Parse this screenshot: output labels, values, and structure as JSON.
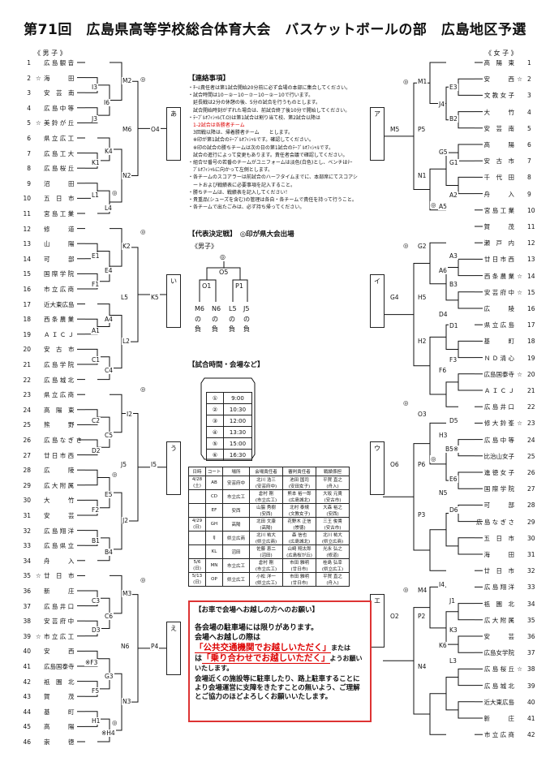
{
  "title": "第71回　広島県高等学校総合体育大会　バスケットボールの部　広島地区予選",
  "boys_header": "《 男 子 》",
  "girls_header": "《 女 子 》",
  "boys": [
    {
      "no": "1",
      "mark": "",
      "name": "広 島 観 音"
    },
    {
      "no": "2",
      "mark": "☆",
      "name": "海　　　田"
    },
    {
      "no": "3",
      "mark": "",
      "name": "安　芸　南"
    },
    {
      "no": "4",
      "mark": "",
      "name": "広 島 中 等"
    },
    {
      "no": "5",
      "mark": "☆",
      "name": "美 鈴 が 丘"
    },
    {
      "no": "6",
      "mark": "",
      "name": "県 立 広 工"
    },
    {
      "no": "7",
      "mark": "",
      "name": "広 島 工 大"
    },
    {
      "no": "8",
      "mark": "",
      "name": "広 島 桜 丘"
    },
    {
      "no": "9",
      "mark": "",
      "name": "沼　　　田"
    },
    {
      "no": "10",
      "mark": "",
      "name": "五　日　市"
    },
    {
      "no": "11",
      "mark": "",
      "name": "宮 島 工 業"
    },
    {
      "no": "12",
      "mark": "",
      "name": "修　　　道"
    },
    {
      "no": "13",
      "mark": "",
      "name": "山　　　陽"
    },
    {
      "no": "14",
      "mark": "",
      "name": "可　　　部"
    },
    {
      "no": "15",
      "mark": "",
      "name": "国 際 学 院"
    },
    {
      "no": "16",
      "mark": "",
      "name": "市 立 広 商"
    },
    {
      "no": "17",
      "mark": "",
      "name": "近大東広島"
    },
    {
      "no": "18",
      "mark": "",
      "name": "西 条 農 業"
    },
    {
      "no": "19",
      "mark": "",
      "name": "Ａ Ｉ Ｃ Ｊ"
    },
    {
      "no": "20",
      "mark": "",
      "name": "安　古　市"
    },
    {
      "no": "21",
      "mark": "",
      "name": "広 島 学 院"
    },
    {
      "no": "22",
      "mark": "",
      "name": "広 島 城 北"
    },
    {
      "no": "23",
      "mark": "",
      "name": "県 立 広 商"
    },
    {
      "no": "24",
      "mark": "",
      "name": "高　陽　東"
    },
    {
      "no": "25",
      "mark": "",
      "name": "熊　　　野"
    },
    {
      "no": "26",
      "mark": "",
      "name": "広 島 な ぎ さ"
    },
    {
      "no": "27",
      "mark": "",
      "name": "廿 日 市 西"
    },
    {
      "no": "28",
      "mark": "",
      "name": "広　　　陵"
    },
    {
      "no": "29",
      "mark": "",
      "name": "広 大 附 属"
    },
    {
      "no": "30",
      "mark": "",
      "name": "大　　　竹"
    },
    {
      "no": "31",
      "mark": "",
      "name": "安　　　芸"
    },
    {
      "no": "32",
      "mark": "",
      "name": "広 島 翔 洋"
    },
    {
      "no": "33",
      "mark": "",
      "name": "広 島 県 立"
    },
    {
      "no": "34",
      "mark": "",
      "name": "舟　　　入"
    },
    {
      "no": "35",
      "mark": "☆",
      "name": "廿　日　市"
    },
    {
      "no": "36",
      "mark": "",
      "name": "新　　　庄"
    },
    {
      "no": "37",
      "mark": "",
      "name": "広 島 井 口"
    },
    {
      "no": "38",
      "mark": "",
      "name": "安 芸 府 中"
    },
    {
      "no": "39",
      "mark": "☆",
      "name": "市 立 広 工"
    },
    {
      "no": "40",
      "mark": "",
      "name": "安　　　西"
    },
    {
      "no": "41",
      "mark": "",
      "name": "広島国泰寺"
    },
    {
      "no": "42",
      "mark": "",
      "name": "祇　園　北"
    },
    {
      "no": "43",
      "mark": "",
      "name": "賀　　　茂"
    },
    {
      "no": "44",
      "mark": "",
      "name": "基　　　町"
    },
    {
      "no": "45",
      "mark": "",
      "name": "高　　　陽"
    },
    {
      "no": "46",
      "mark": "",
      "name": "崇　　　徳"
    }
  ],
  "girls": [
    {
      "no": "1",
      "mark": "",
      "name": "高　陽　東"
    },
    {
      "no": "2",
      "mark": "☆",
      "name": "安　　　西"
    },
    {
      "no": "3",
      "mark": "",
      "name": "文 教 女 子"
    },
    {
      "no": "4",
      "mark": "",
      "name": "大　　　竹"
    },
    {
      "no": "5",
      "mark": "",
      "name": "安　芸　南"
    },
    {
      "no": "6",
      "mark": "",
      "name": "高　　　陽"
    },
    {
      "no": "7",
      "mark": "",
      "name": "安　古　市"
    },
    {
      "no": "8",
      "mark": "",
      "name": "千　代　田"
    },
    {
      "no": "9",
      "mark": "",
      "name": "舟　　　入"
    },
    {
      "no": "10",
      "mark": "",
      "name": "宮 島 工 業"
    },
    {
      "no": "11",
      "mark": "",
      "name": "賀　　　茂"
    },
    {
      "no": "12",
      "mark": "",
      "name": "瀬　戸　内"
    },
    {
      "no": "13",
      "mark": "",
      "name": "廿 日 市 西"
    },
    {
      "no": "14",
      "mark": "☆",
      "name": "西 条 農 業"
    },
    {
      "no": "15",
      "mark": "☆",
      "name": "安 芸 府 中"
    },
    {
      "no": "16",
      "mark": "",
      "name": "広　　　陵"
    },
    {
      "no": "17",
      "mark": "",
      "name": "県 立 広 島"
    },
    {
      "no": "18",
      "mark": "",
      "name": "基　　　町"
    },
    {
      "no": "19",
      "mark": "",
      "name": "Ｎ Ｄ 清 心"
    },
    {
      "no": "20",
      "mark": "☆",
      "name": "広島国泰寺"
    },
    {
      "no": "21",
      "mark": "",
      "name": "Ａ Ｉ Ｃ Ｊ"
    },
    {
      "no": "22",
      "mark": "",
      "name": "広 島 井 口"
    },
    {
      "no": "23",
      "mark": "☆",
      "name": "修 大 鈴 峯"
    },
    {
      "no": "24",
      "mark": "",
      "name": "広 島 中 等"
    },
    {
      "no": "25",
      "mark": "",
      "name": "比治山女子"
    },
    {
      "no": "26",
      "mark": "",
      "name": "進 徳 女 子"
    },
    {
      "no": "27",
      "mark": "",
      "name": "国 際 学 院"
    },
    {
      "no": "28",
      "mark": "",
      "name": "可　　　部"
    },
    {
      "no": "29",
      "mark": "",
      "name": "広 島 な ぎ さ"
    },
    {
      "no": "30",
      "mark": "",
      "name": "五　日　市"
    },
    {
      "no": "31",
      "mark": "",
      "name": "海　　　田"
    },
    {
      "no": "32",
      "mark": "",
      "name": "廿　日　市"
    },
    {
      "no": "33",
      "mark": "",
      "name": "広 島 翔 洋"
    },
    {
      "no": "34",
      "mark": "",
      "name": "祇　園　北"
    },
    {
      "no": "35",
      "mark": "",
      "name": "広 大 附 属"
    },
    {
      "no": "36",
      "mark": "",
      "name": "安　　　芸"
    },
    {
      "no": "37",
      "mark": "",
      "name": "広島女学院"
    },
    {
      "no": "38",
      "mark": "☆",
      "name": "広 島 桜 丘"
    },
    {
      "no": "39",
      "mark": "",
      "name": "広 島 城 北"
    },
    {
      "no": "40",
      "mark": "",
      "name": "近大東広島"
    },
    {
      "no": "41",
      "mark": "",
      "name": "新　　　庄"
    },
    {
      "no": "42",
      "mark": "",
      "name": "市 立 広 商"
    }
  ],
  "notes_title": "【連絡事項】",
  "notes": [
    "・ﾁｰﾑ責任者は第1試合開始20分前に必ず会場の本部に集合してください。",
    "・試合時間は10－②－10－⑦－10－②－10で行います。",
    "　延長戦は2分の休憩の後、5分の試合を行うものとします。",
    "　試合開始時刻がずれた場合は、前試合終了後10分で開始してください。",
    "・ﾃｰﾌﾞﾙｵﾌｨｼｬﾙ(T.O)は第1試合は割り当て校、第2試合以降は",
    "　1-2試合は各勝者チーム",
    "　3回戦以降は、帰着勝者チーム　　とします。",
    "　※印が第1試合のﾃｰﾌﾞﾙｵﾌｨｼｬﾙです。確認してください。",
    "　※印の試合の勝ちチームは次の日の第1試合のﾃｰﾌﾞﾙｵﾌｨｼｬﾙです。",
    "　試合の進行によって変更もあります。責任者会議で確認してください。",
    "・組合せ番号の若番のチームがユニフォームは淡色(白色)とし、ベンチはﾃｰ",
    "　ﾌﾞﾙｵﾌｨｼｬﾙに向かって左側とします。",
    "・各チームのスコアラーは前試合のハーフタイムまでに、本部席にてスコアシ",
    "　ートおよび戦績表に必要事項を記入すること。",
    "・勝ちチームは、戦績表を記入してください！",
    "・貴重品(シューズを含む)の管理は各自・各チームで責任を持って行うこと。",
    "・各チームで出たごみは、必ず持ち帰ってください。"
  ],
  "rep_title": "【代表決定戦】　◎印が県大会出場",
  "rep_boys": "《男子》",
  "rep_labels": {
    "o5": "O5",
    "o1": "O1",
    "p1": "P1",
    "mark": "◎"
  },
  "rep_entries": [
    {
      "code": "M6",
      "of": "の",
      "res": "負"
    },
    {
      "code": "N6",
      "of": "の",
      "res": "負"
    },
    {
      "code": "L5",
      "of": "の",
      "res": "負"
    },
    {
      "code": "J5",
      "of": "の",
      "res": "負"
    }
  ],
  "times_title": "【試合時間・会場など】",
  "times": [
    {
      "no": "①",
      "time": "9:00"
    },
    {
      "no": "②",
      "time": "10:30"
    },
    {
      "no": "③",
      "time": "12:00"
    },
    {
      "no": "④",
      "time": "13:30"
    },
    {
      "no": "⑤",
      "time": "15:00"
    },
    {
      "no": "⑥",
      "time": "16:30"
    }
  ],
  "schedule_header": [
    "日時",
    "コート",
    "場所",
    "会場責任者",
    "審判責任者",
    "戦績係担"
  ],
  "schedule": [
    {
      "date": "4/28\n(土)",
      "court": "AB",
      "place": "安芸府中",
      "a": "北川 浩三\n(安芸府中)",
      "b": "池田 国司\n(安田女子)",
      "c": "平賀 直之\n(舟入)"
    },
    {
      "date": "",
      "court": "CD",
      "place": "市立広工",
      "a": "倉村 剛\n(市立広工)",
      "b": "熊本 裕一郎\n(広島城北)",
      "c": "大坂 元貴\n(安古市)"
    },
    {
      "date": "",
      "court": "EF",
      "place": "安西",
      "a": "山脇 秀樹\n(安西)",
      "b": "北村 泰規\n(文教女子)",
      "c": "大森 裕之\n(安西)"
    },
    {
      "date": "4/29\n(日)",
      "court": "GH",
      "place": "高陽",
      "a": "北田 文康\n(高陽)",
      "b": "花野木 正信\n(崇徳)",
      "c": "三王 俊貴\n(安古市)"
    },
    {
      "date": "",
      "court": "IJ",
      "place": "県立広商",
      "a": "北川 祐大\n(県立広商)",
      "b": "森 信也\n(広島城北)",
      "c": "北川 祐大\n(県立広商)"
    },
    {
      "date": "",
      "court": "KL",
      "place": "沼田",
      "a": "佐藤 恵二\n(沼田)",
      "b": "山崎 翔太郎\n(広島桜が丘)",
      "c": "光永 弘之\n(修道)"
    },
    {
      "date": "5/6\n(日)",
      "court": "MN",
      "place": "市立広工",
      "a": "倉村 剛\n(市立広工)",
      "b": "市田 雅明\n(廿日市)",
      "c": "桂島 弘幸\n(県立広工)"
    },
    {
      "date": "5/13\n(日)",
      "court": "OP",
      "place": "県立広工",
      "a": "小松 洋一\n(県立広工)",
      "b": "市田 雅明\n(廿日市)",
      "c": "平賀 直之\n(舟入)"
    }
  ],
  "notice_title": "【お車で会場へお越しの方へのお願い】",
  "notice_lines": [
    "各会場の駐車場には限りがあります。",
    "会場へお越しの際は"
  ],
  "notice_red1": "「公共交通機関でお越しいただく」",
  "notice_mid": "または",
  "notice_red2": "「乗り合わせでお越しいただく」",
  "notice_mid2": "ようお願いいたします。",
  "notice_tail": "会場近くの施設等に駐車したり、路上駐車することにより会場運営に支障をきたすことの無いよう、ご理解とご協力のほどよろしくお願いいたします。",
  "block_boys": [
    "あ",
    "い",
    "う",
    "え"
  ],
  "block_girls": [
    "ア",
    "イ",
    "ウ",
    "エ"
  ],
  "win_mark": "◎"
}
